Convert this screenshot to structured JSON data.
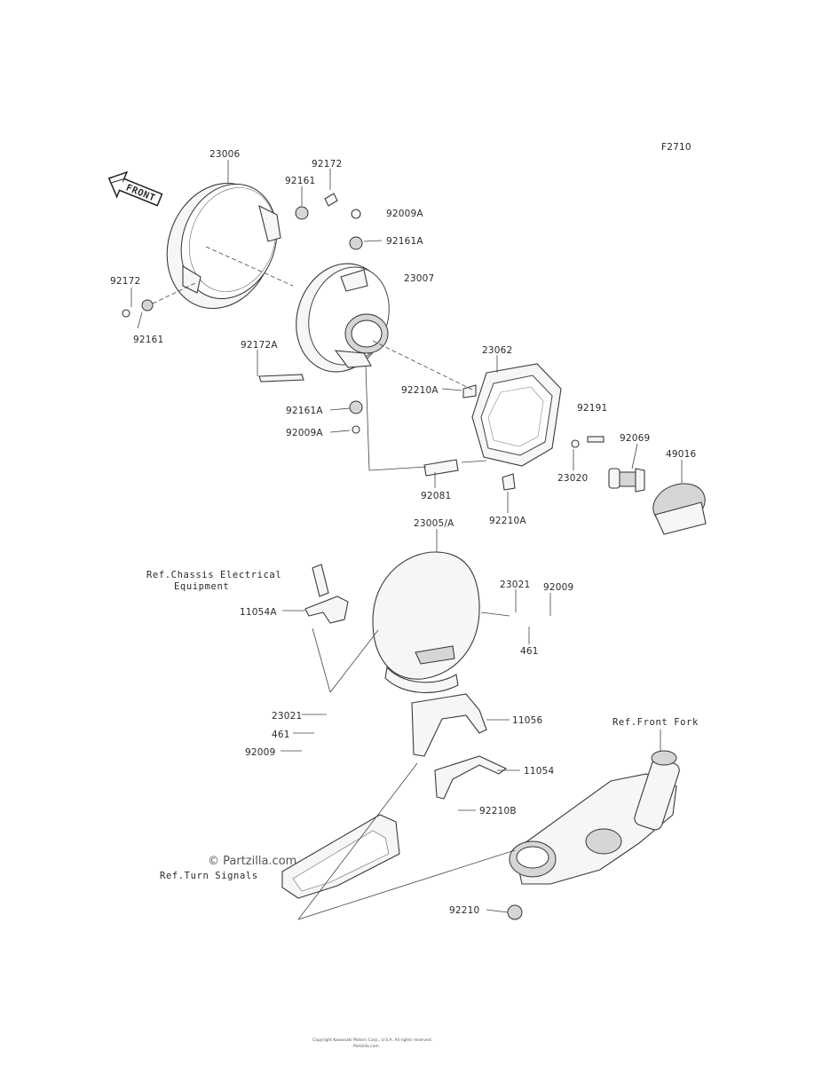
{
  "diagram": {
    "code": "F2710",
    "front_marker": "FRONT",
    "parts": [
      {
        "key": "p23006",
        "label": "23006"
      },
      {
        "key": "p92172a",
        "label": "92172"
      },
      {
        "key": "p92161a",
        "label": "92161"
      },
      {
        "key": "p92009A_top",
        "label": "92009A"
      },
      {
        "key": "p92161A_top",
        "label": "92161A"
      },
      {
        "key": "p23007",
        "label": "23007"
      },
      {
        "key": "p92172_left",
        "label": "92172"
      },
      {
        "key": "p92161_left",
        "label": "92161"
      },
      {
        "key": "p92172A",
        "label": "92172A"
      },
      {
        "key": "p23062",
        "label": "23062"
      },
      {
        "key": "p92210A_a",
        "label": "92210A"
      },
      {
        "key": "p92191",
        "label": "92191"
      },
      {
        "key": "p92161A_b",
        "label": "92161A"
      },
      {
        "key": "p92009A_b",
        "label": "92009A"
      },
      {
        "key": "p92069",
        "label": "92069"
      },
      {
        "key": "p49016",
        "label": "49016"
      },
      {
        "key": "p23020",
        "label": "23020"
      },
      {
        "key": "p92081",
        "label": "92081"
      },
      {
        "key": "p92210A_b",
        "label": "92210A"
      },
      {
        "key": "p23005A",
        "label": "23005/A"
      },
      {
        "key": "p23021_r",
        "label": "23021"
      },
      {
        "key": "p92009_r",
        "label": "92009"
      },
      {
        "key": "p11054A",
        "label": "11054A"
      },
      {
        "key": "p461_r",
        "label": "461"
      },
      {
        "key": "p23021_l",
        "label": "23021"
      },
      {
        "key": "p461_l",
        "label": "461"
      },
      {
        "key": "p92009_l",
        "label": "92009"
      },
      {
        "key": "p11056",
        "label": "11056"
      },
      {
        "key": "p11054",
        "label": "11054"
      },
      {
        "key": "p92210B",
        "label": "92210B"
      },
      {
        "key": "p92210",
        "label": "92210"
      }
    ],
    "references": {
      "chassis_line1": "Ref.Chassis Electrical",
      "chassis_line2": "Equipment",
      "front_fork": "Ref.Front Fork",
      "turn_signals": "Ref.Turn Signals"
    },
    "watermark": "© Partzilla.com",
    "footer_line1": "Copyright Kawasaki Motors Corp., U.S.A. All rights reserved.",
    "footer_line2": "Partzilla.com"
  }
}
